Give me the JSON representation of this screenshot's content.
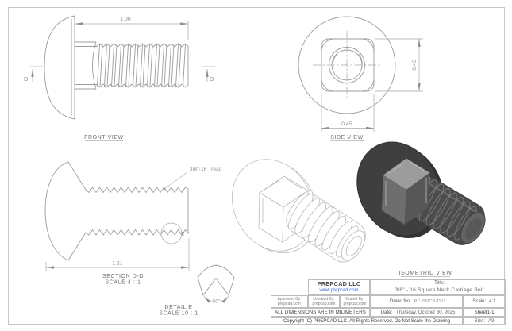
{
  "colors": {
    "line": "#9c9c9c",
    "dim_line": "#a8a8a8",
    "drawing_text": "#8a8a8a",
    "view_label_text": "#6f6f6f",
    "title_block_text": "#4a4a4a",
    "website_link": "#2f5bd7",
    "bolt_dark_head": "#383838",
    "bolt_dark_shank": "#4c4c4c"
  },
  "views": {
    "front": {
      "label": "FRONT VIEW",
      "length_dim": "1.00",
      "section_letter": "D"
    },
    "side": {
      "label": "SIDE VIEW",
      "width_dim": "0.45",
      "height_dim": "0.45"
    },
    "section": {
      "label": "SECTION D-D",
      "scale": "SCALE 4 : 1",
      "length_dim": "1.21",
      "thread_note": "3/8\"-16 Tread",
      "detail_letter": "E"
    },
    "detail": {
      "label": "DETAIL E",
      "scale": "SCALE 10 : 1",
      "angle_dim": "60°"
    },
    "isometric": {
      "label": "ISOMETRIC VIEW"
    }
  },
  "title_block": {
    "company": "PREPCAD LLC",
    "website": "www.prepcad.com",
    "title_label": "Title:",
    "title": "3/8\" - 16 Square Neck Carriage Bolt",
    "approved_by_label": "Approved By:",
    "approved_by": "prepcad.com",
    "checked_by_label": "checked By:",
    "checked_by": "prepcad.com",
    "created_by_label": "Crated By:",
    "created_by": "prepcad.com",
    "draw_no_label": "Draw: No:",
    "draw_no": "PC-SNCB-D02",
    "scale_label": "Scale:",
    "scale_value": "4:1",
    "units_note": "ALL DIMENSIONS ARE IN MILIMETERS",
    "date_label": "Date:",
    "date_value": "Thursday, October 30, 2025",
    "sheet": "Sheet1-1",
    "copyright": "Copyright (C)  PREPCAD LLC. All Rights Reserved. Do Not Scale the Drawing",
    "size_label": "Size:",
    "size_value": "A3"
  }
}
